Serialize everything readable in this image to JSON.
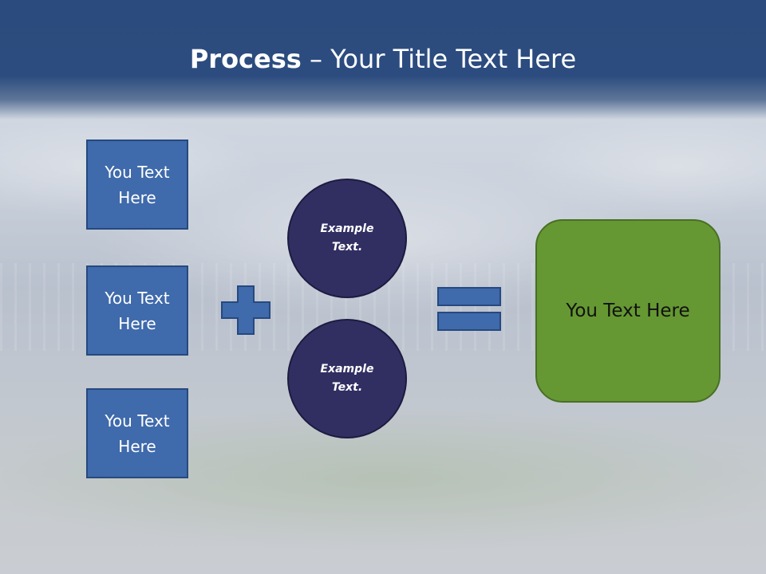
{
  "slide": {
    "title_bold": "Process",
    "title_rest": " – Your Title Text Here"
  },
  "inputs": [
    {
      "label": "You Text Here"
    },
    {
      "label": "You Text Here"
    },
    {
      "label": "You Text Here"
    }
  ],
  "circles": [
    {
      "label": "Example Text."
    },
    {
      "label": "Example Text."
    }
  ],
  "result": {
    "label": "You Text Here"
  },
  "icons": {
    "plus": "plus-icon",
    "equals": "equals-icon"
  },
  "colors": {
    "header": "#2c4c7f",
    "box_blue": "#3f6aab",
    "circle_navy": "#312f62",
    "result_green": "#659832"
  }
}
